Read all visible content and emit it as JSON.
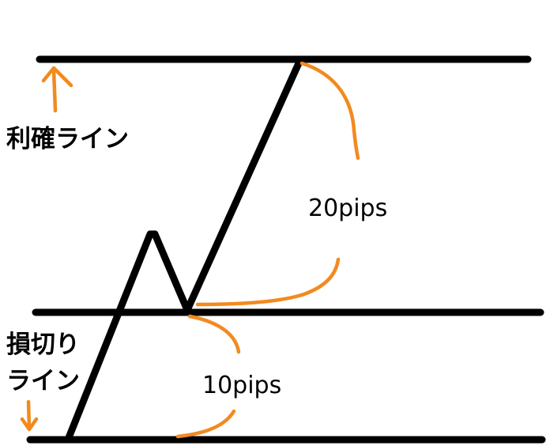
{
  "colors": {
    "line": "#000000",
    "annotation": "#f28a1e",
    "background": "#ffffff"
  },
  "labels": {
    "take_profit": "利確ライン",
    "stop_loss_line1": "損切り",
    "stop_loss_line2": "ライン",
    "profit_distance": "20pips",
    "loss_distance": "10pips"
  },
  "icons": {
    "take_profit_arrow": "arrow-up-icon",
    "stop_loss_arrow": "arrow-down-icon"
  }
}
